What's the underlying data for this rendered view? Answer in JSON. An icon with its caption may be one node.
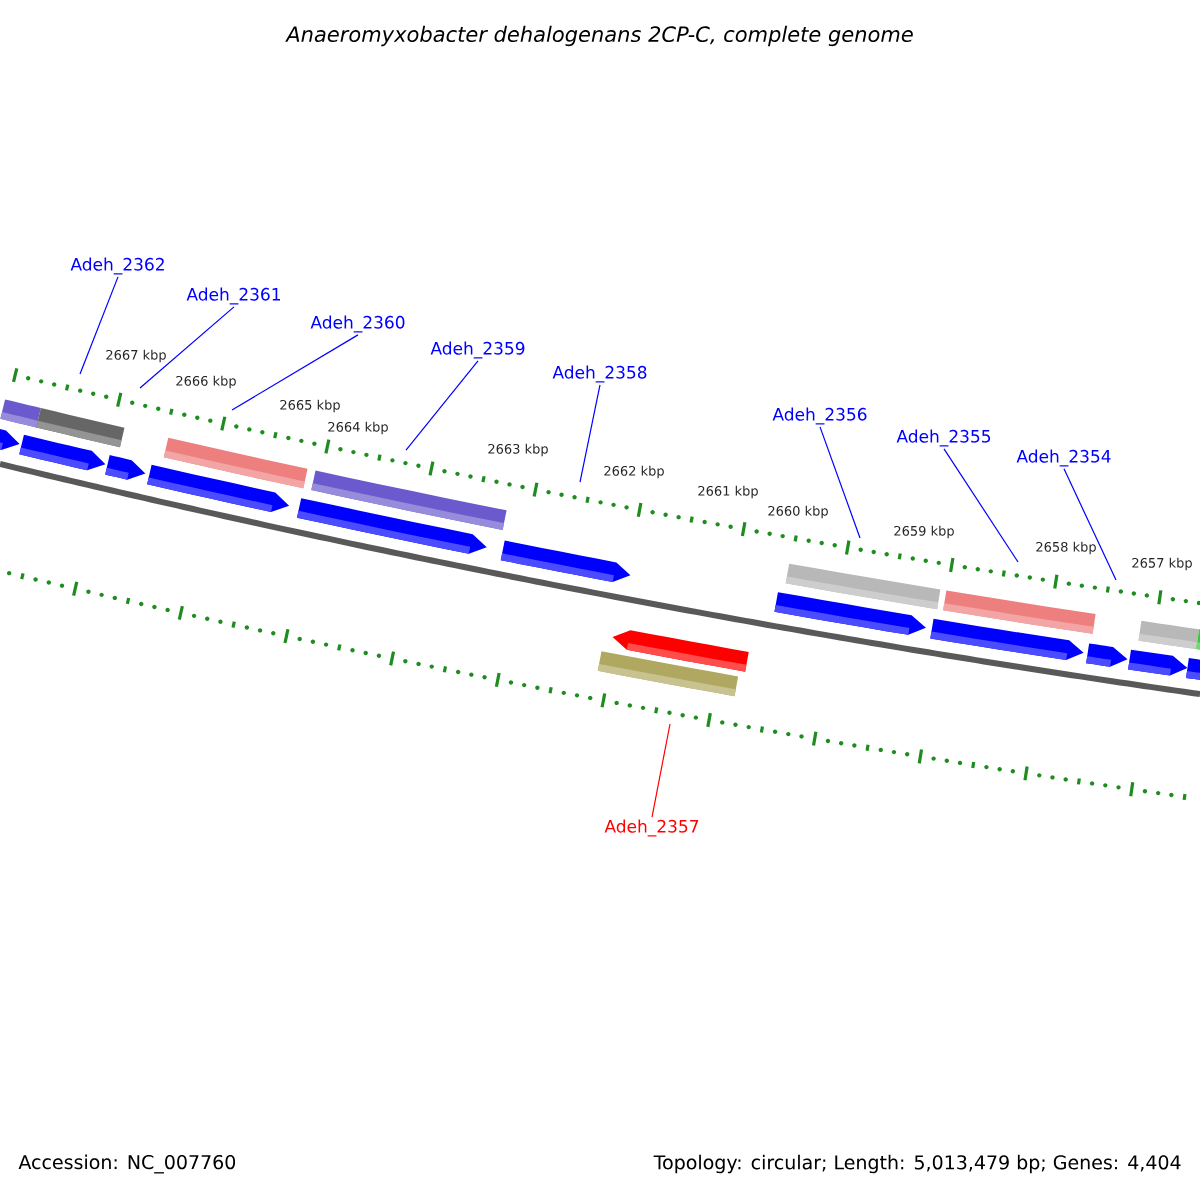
{
  "diagram": {
    "title": "Anaeromyxobacter dehalogenans 2CP-C, complete genome",
    "nodes": [
      {
        "text": [
          "Adeh_2362"
        ]
      },
      {
        "text": [
          "Adeh_2361"
        ]
      },
      {
        "text": [
          "Adeh_2360"
        ]
      },
      {
        "text": [
          "Adeh_2359"
        ]
      },
      {
        "text": [
          "Adeh_2358"
        ]
      },
      {
        "text": [
          "Adeh_2356"
        ]
      },
      {
        "text": [
          "Adeh_2355"
        ]
      },
      {
        "text": [
          "Adeh_2354"
        ]
      },
      {
        "text": [
          "Adeh_2357"
        ]
      }
    ],
    "edges": [
      {
        "from": 0,
        "to": null,
        "arrow": "none"
      },
      {
        "from": 1,
        "to": null,
        "arrow": "none"
      },
      {
        "from": 2,
        "to": null,
        "arrow": "none"
      },
      {
        "from": 3,
        "to": null,
        "arrow": "none"
      },
      {
        "from": 4,
        "to": null,
        "arrow": "none"
      },
      {
        "from": 5,
        "to": null,
        "arrow": "none"
      },
      {
        "from": 6,
        "to": null,
        "arrow": "none"
      },
      {
        "from": 7,
        "to": null,
        "arrow": "none"
      },
      {
        "from": 8,
        "to": null,
        "arrow": "none",
        "color": "#ff0000"
      }
    ],
    "labels": [
      "2667 kbp",
      "2666 kbp",
      "2665 kbp",
      "2664 kbp",
      "2663 kbp",
      "2662 kbp",
      "2661 kbp",
      "2660 kbp",
      "2659 kbp",
      "2658 kbp",
      "2657 kbp",
      "Accession: NC_007760",
      "Topology: circular; Length: 5,013,479 bp; Genes: 4,404"
    ]
  }
}
